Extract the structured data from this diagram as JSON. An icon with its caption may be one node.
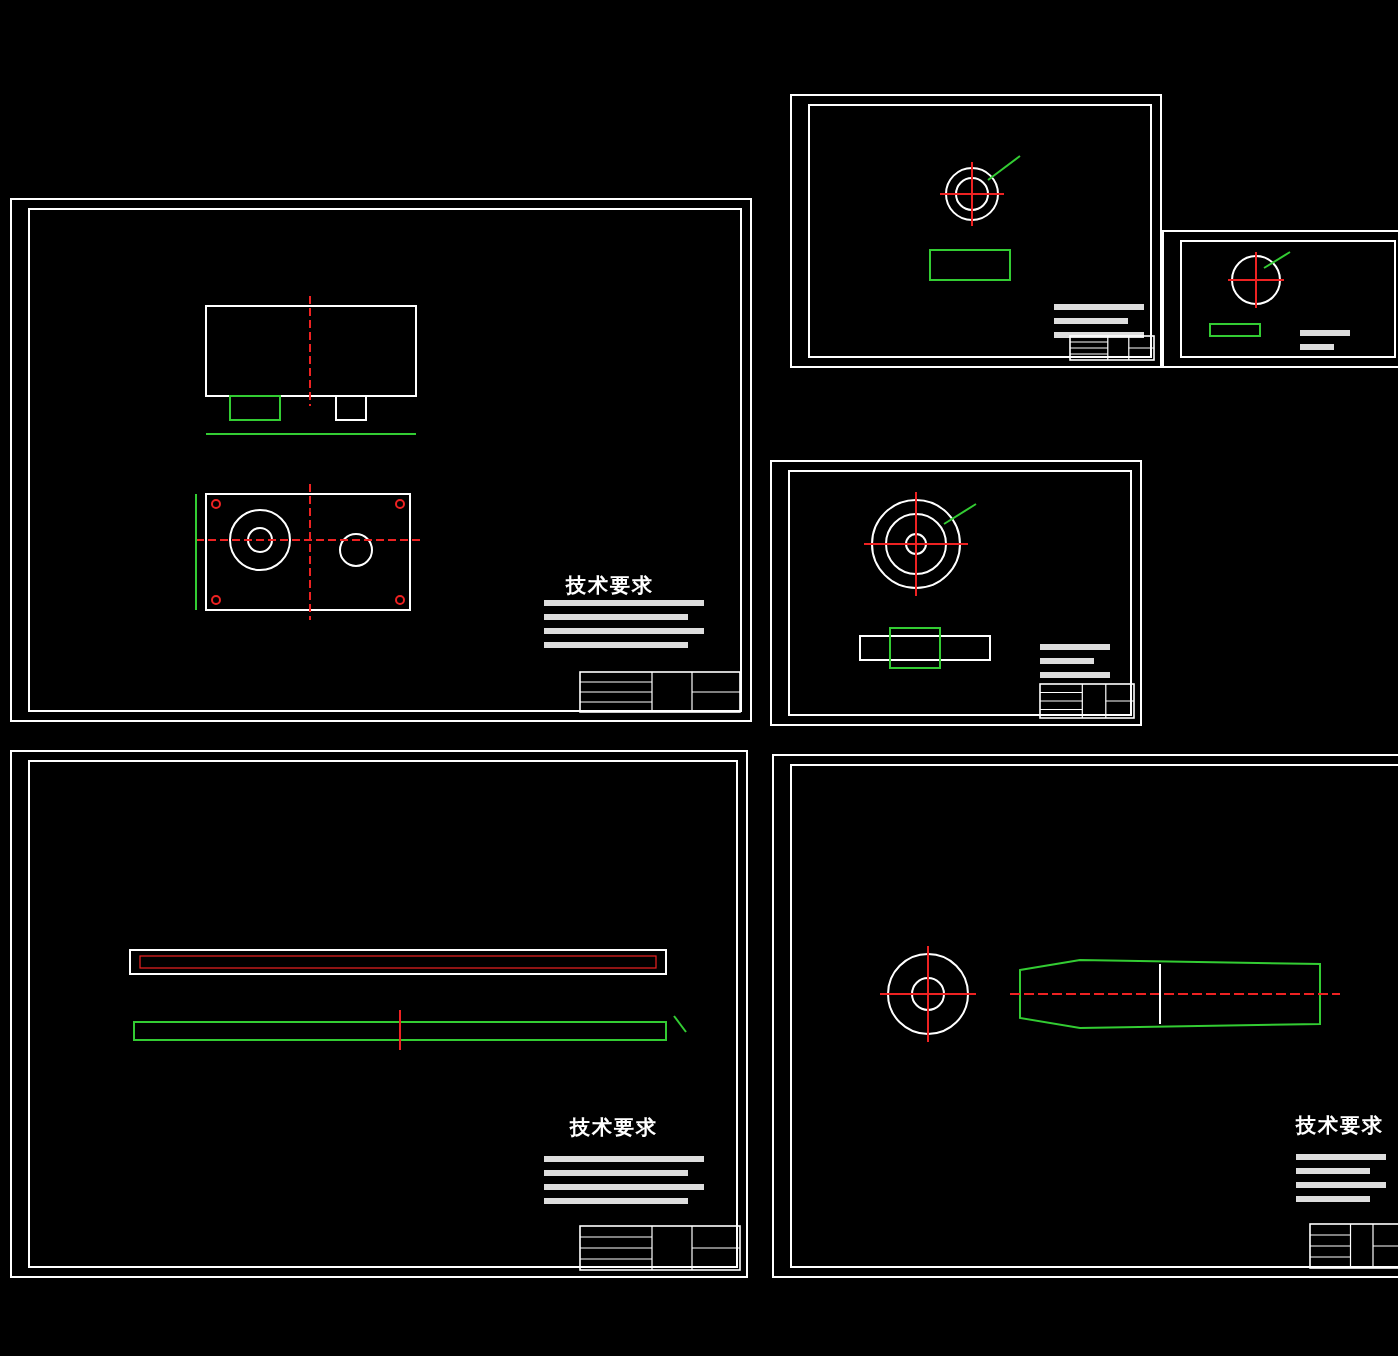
{
  "diagram": {
    "labels": [
      "技术要求",
      "技术要求",
      "技术要求"
    ]
  }
}
